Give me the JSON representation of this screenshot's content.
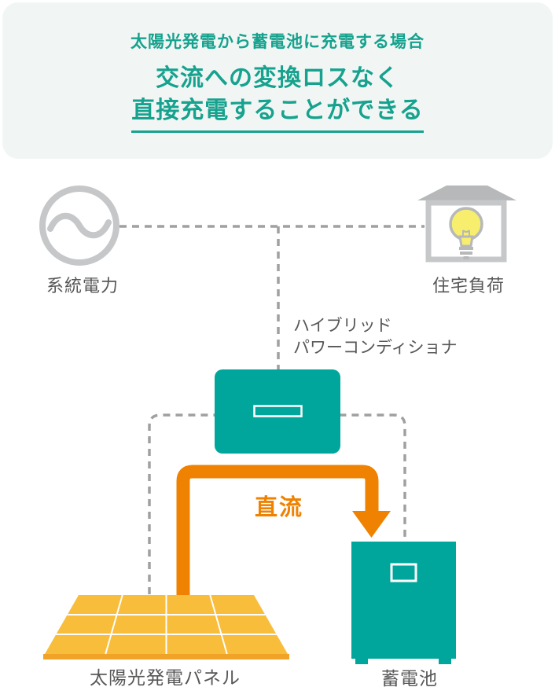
{
  "header": {
    "subtitle": "太陽光発電から蓄電池に充電する場合",
    "title_line1": "交流への変換ロスなく",
    "title_line2": "直接充電することができる"
  },
  "diagram": {
    "grid_power": {
      "label": "系統電力"
    },
    "house_load": {
      "label": "住宅負荷"
    },
    "conditioner": {
      "label_line1": "ハイブリッド",
      "label_line2": "パワーコンディショナ"
    },
    "dc_flow": {
      "label": "直流"
    },
    "solar_panel": {
      "label": "太陽光発電パネル"
    },
    "battery": {
      "label": "蓄電池"
    }
  },
  "colors": {
    "teal_box": "#00a69c",
    "teal_text": "#16a28e",
    "orange": "#ef8200",
    "panel_yellow": "#f9bd3c",
    "panel_edge": "#f0a327",
    "header_bg": "#f1f6f4",
    "icon_gray": "#c5c7c9",
    "roof_gray": "#b7b8b9",
    "dash_gray": "#9fa0a0",
    "label_gray": "#595757",
    "bulb_yellow": "#f8ee6e"
  }
}
